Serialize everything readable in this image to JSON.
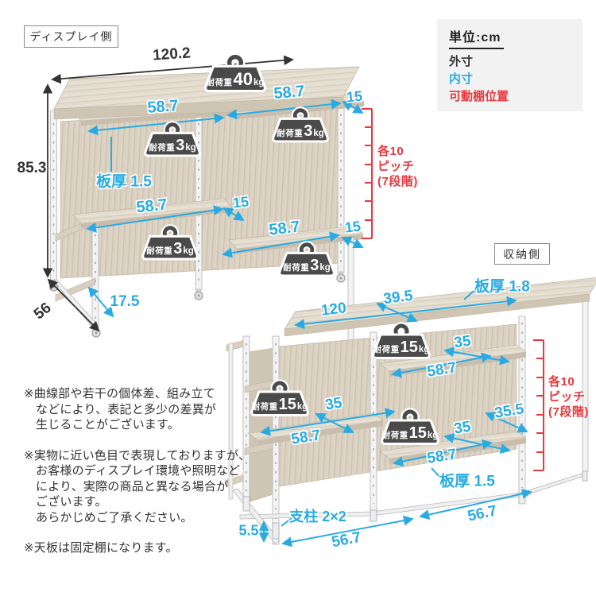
{
  "header": {
    "display_side_label": "ディスプレイ側",
    "storage_side_label": "収納側"
  },
  "legend": {
    "unit": "単位:cm",
    "outer": "外寸",
    "inner": "内寸",
    "movable": "可動棚位置"
  },
  "badge": {
    "prefix": "耐荷重",
    "top": {
      "v": "40",
      "u": "kg"
    },
    "ledge": {
      "v": "3",
      "u": "kg"
    },
    "shelf": {
      "v": "15",
      "u": "kg"
    }
  },
  "display": {
    "width": "120.2",
    "height": "85.3",
    "depth": "56",
    "base_depth": "17.5",
    "inner_tl": "58.7",
    "inner_tr": "58.7",
    "inner_m": "58.7",
    "inner_b": "58.7",
    "over_tr": "15",
    "over_m": "15",
    "over_b": "15",
    "board": "板厚 1.5",
    "pitch1": "各10",
    "pitch2": "ピッチ",
    "pitch3": "(7段階)"
  },
  "storage": {
    "board_top": "板厚 1.8",
    "depth_top": "39.5",
    "inner_width": "120",
    "d1": "35",
    "w1": "58.7",
    "d2": "35",
    "w2": "58.7",
    "d3": "35",
    "w3": "58.7",
    "gap": "35.5",
    "board_shelf": "板厚 1.5",
    "post": "支柱 2×2",
    "clearance": "5.5",
    "base_l": "56.7",
    "base_r": "56.7",
    "pitch1": "各10",
    "pitch2": "ピッチ",
    "pitch3": "(7段階)"
  },
  "notes": {
    "n1": "※曲線部や若干の個体差、組み立て\nなどにより、表記と多少の差異が\n生じることがございます。",
    "n2": "※実物に近い色目で表現しておりますが、\nお客様のディスプレイ環境や照明など\nにより、実際の商品と異なる場合が\nございます。\nあらかじめご了承ください。",
    "n3": "※天板は固定棚になります。"
  },
  "colors": {
    "blue": "#29abe2",
    "red": "#e8383d",
    "ink": "#333333",
    "badge": "#4a4a4a"
  }
}
